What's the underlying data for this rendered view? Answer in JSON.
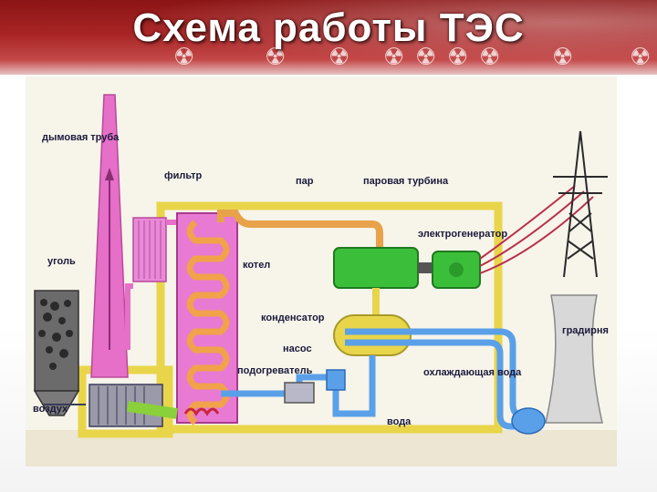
{
  "title": "Схема работы ТЭС",
  "diagram": {
    "labels": {
      "chimney": "дымовая труба",
      "filter": "фильтр",
      "steam": "пар",
      "turbine": "паровая турбина",
      "generator": "электрогенератор",
      "coal": "уголь",
      "boiler": "котел",
      "condenser": "конденсатор",
      "pump": "насос",
      "heater": "подогреватель",
      "cooling_water": "охлаждающая вода",
      "cooling_tower": "градирня",
      "air": "воздух",
      "water": "вода"
    },
    "colors": {
      "frame": "#e8d54a",
      "boiler": "#e87ad3",
      "steam_pipe": "#e8a24a",
      "turbine": "#3bbf3b",
      "water_pipe": "#5aa0e8",
      "tower": "#d8d8d8",
      "wire": "#b8304a"
    }
  }
}
